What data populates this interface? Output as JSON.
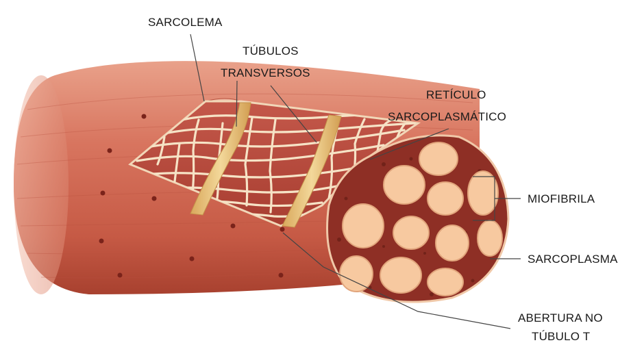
{
  "labels": {
    "sarcolema": "SARCOLEMA",
    "tubulos_line1": "TÚBULOS",
    "tubulos_line2": "TRANSVERSOS",
    "reticulo_line1": "RETÍCULO",
    "reticulo_line2": "SARCOPLASMÁTICO",
    "miofibrila": "MIOFIBRILA",
    "sarcoplasma": "SARCOPLASMA",
    "abertura_line1": "ABERTURA NO",
    "abertura_line2": "TÚBULO T"
  },
  "colors": {
    "muscle_light": "#e3907a",
    "muscle_mid": "#c9614c",
    "muscle_dark": "#9e3c2d",
    "cut_face_bg": "#8e2f25",
    "myofibril": "#f7c9a0",
    "myofibril_edge": "#e2a77f",
    "reticulum": "#f5e2c4",
    "ttubule": "#e8c37a",
    "dots": "#7a231a",
    "leader_line": "#444444"
  }
}
